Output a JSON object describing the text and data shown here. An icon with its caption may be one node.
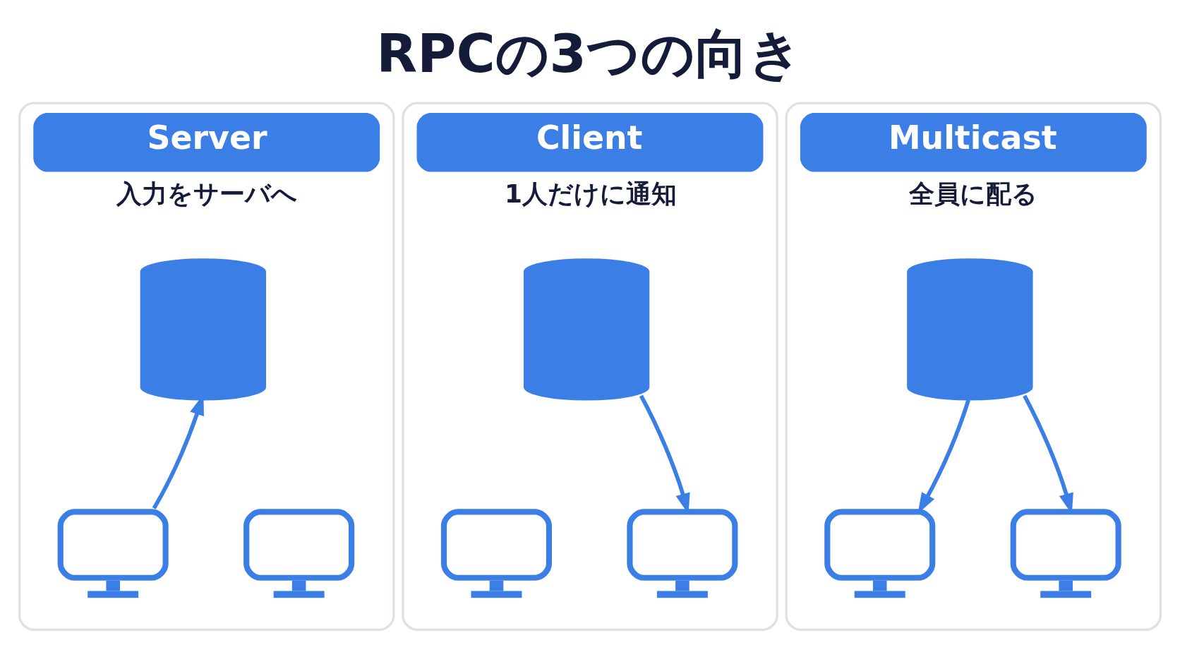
{
  "diagram": {
    "title": "RPCの3つの向き",
    "nodes": [
      {
        "text": [
          "Server",
          "入力をサーバへ"
        ]
      },
      {
        "text": [],
        "shape": "cylinder",
        "in": 0
      },
      {
        "text": [],
        "shape": "monitor",
        "in": 0
      },
      {
        "text": [],
        "shape": "monitor",
        "in": 0
      },
      {
        "text": [
          "Client",
          "1人だけに通知"
        ]
      },
      {
        "text": [],
        "shape": "cylinder",
        "in": 4
      },
      {
        "text": [],
        "shape": "monitor",
        "in": 4
      },
      {
        "text": [],
        "shape": "monitor",
        "in": 4
      },
      {
        "text": [
          "Multicast",
          "全員に配る"
        ]
      },
      {
        "text": [],
        "shape": "cylinder",
        "in": 8
      },
      {
        "text": [],
        "shape": "monitor",
        "in": 8
      },
      {
        "text": [],
        "shape": "monitor",
        "in": 8
      }
    ],
    "edges": [
      {
        "from": 2,
        "to": 1,
        "arrow": "to"
      },
      {
        "from": 5,
        "to": 7,
        "arrow": "to"
      },
      {
        "from": 9,
        "to": 10,
        "arrow": "to"
      },
      {
        "from": 9,
        "to": 11,
        "arrow": "to"
      }
    ]
  }
}
